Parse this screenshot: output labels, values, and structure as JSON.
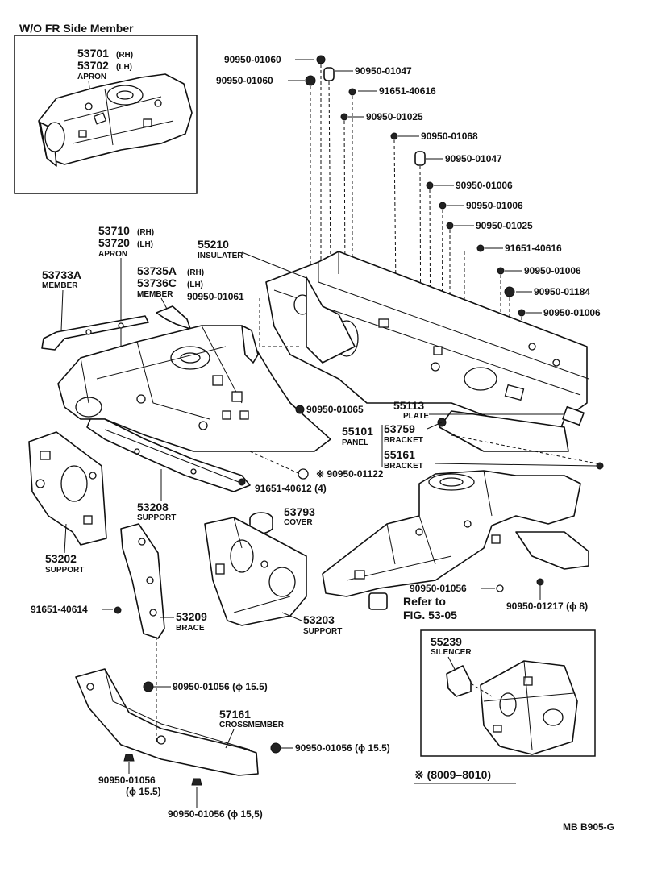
{
  "inset_top": {
    "header": "W/O FR Side Member",
    "part_rh": "53701",
    "rh": "(RH)",
    "part_lh": "53702",
    "lh": "(LH)",
    "name": "APRON"
  },
  "inset_bottom": {
    "part": "55239",
    "name": "SILENCER",
    "caption": "※ (8009–8010)"
  },
  "labels": {
    "p53710": "53710",
    "rh1": "(RH)",
    "p53720": "53720",
    "lh1": "(LH)",
    "apron": "APRON",
    "p53733A": "53733A",
    "member1": "MEMBER",
    "p53735A": "53735A",
    "rh2": "(RH)",
    "p53736C": "53736C",
    "lh2": "(LH)",
    "member2": "MEMBER",
    "p55210": "55210",
    "insulater": "INSULATER",
    "p55113": "55113",
    "plate": "PLATE",
    "p55101": "55101",
    "panel": "PANEL",
    "p53759": "53759",
    "bracket1": "BRACKET",
    "p55161": "55161",
    "bracket2": "BRACKET",
    "p53208": "53208",
    "support1": "SUPPORT",
    "p53793": "53793",
    "cover": "COVER",
    "p53202": "53202",
    "support2": "SUPPORT",
    "p53209": "53209",
    "brace": "BRACE",
    "p53203": "53203",
    "support3": "SUPPORT",
    "p57161": "57161",
    "crossmember": "CROSSMEMBER",
    "refer1": "Refer to",
    "refer2": "FIG. 53-05"
  },
  "fasteners": {
    "f01": "90950-01060",
    "f02": "90950-01047",
    "f03": "90950-01060",
    "f04": "91651-40616",
    "f05": "90950-01025",
    "f06": "90950-01068",
    "f07": "90950-01047",
    "f08": "90950-01006",
    "f09": "90950-01006",
    "f10": "90950-01025",
    "f11": "91651-40616",
    "f12": "90950-01006",
    "f13": "90950-01184",
    "f14": "90950-01006",
    "f15": "90950-01061",
    "f16": "90950-01065",
    "f17": "※ 90950-01122",
    "f18": "91651-40612 (4)",
    "f19": "90950-01056",
    "f20": "90950-01217 (ϕ 8)",
    "f21": "91651-40614",
    "f22": "90950-01056 (ϕ 15.5)",
    "f23": "90950-01056 (ϕ 15.5)",
    "f24": "90950-01056",
    "f24b": "(ϕ 15.5)",
    "f25": "90950-01056 (ϕ 15,5)"
  },
  "footer": {
    "code": "MB  B905-G"
  }
}
